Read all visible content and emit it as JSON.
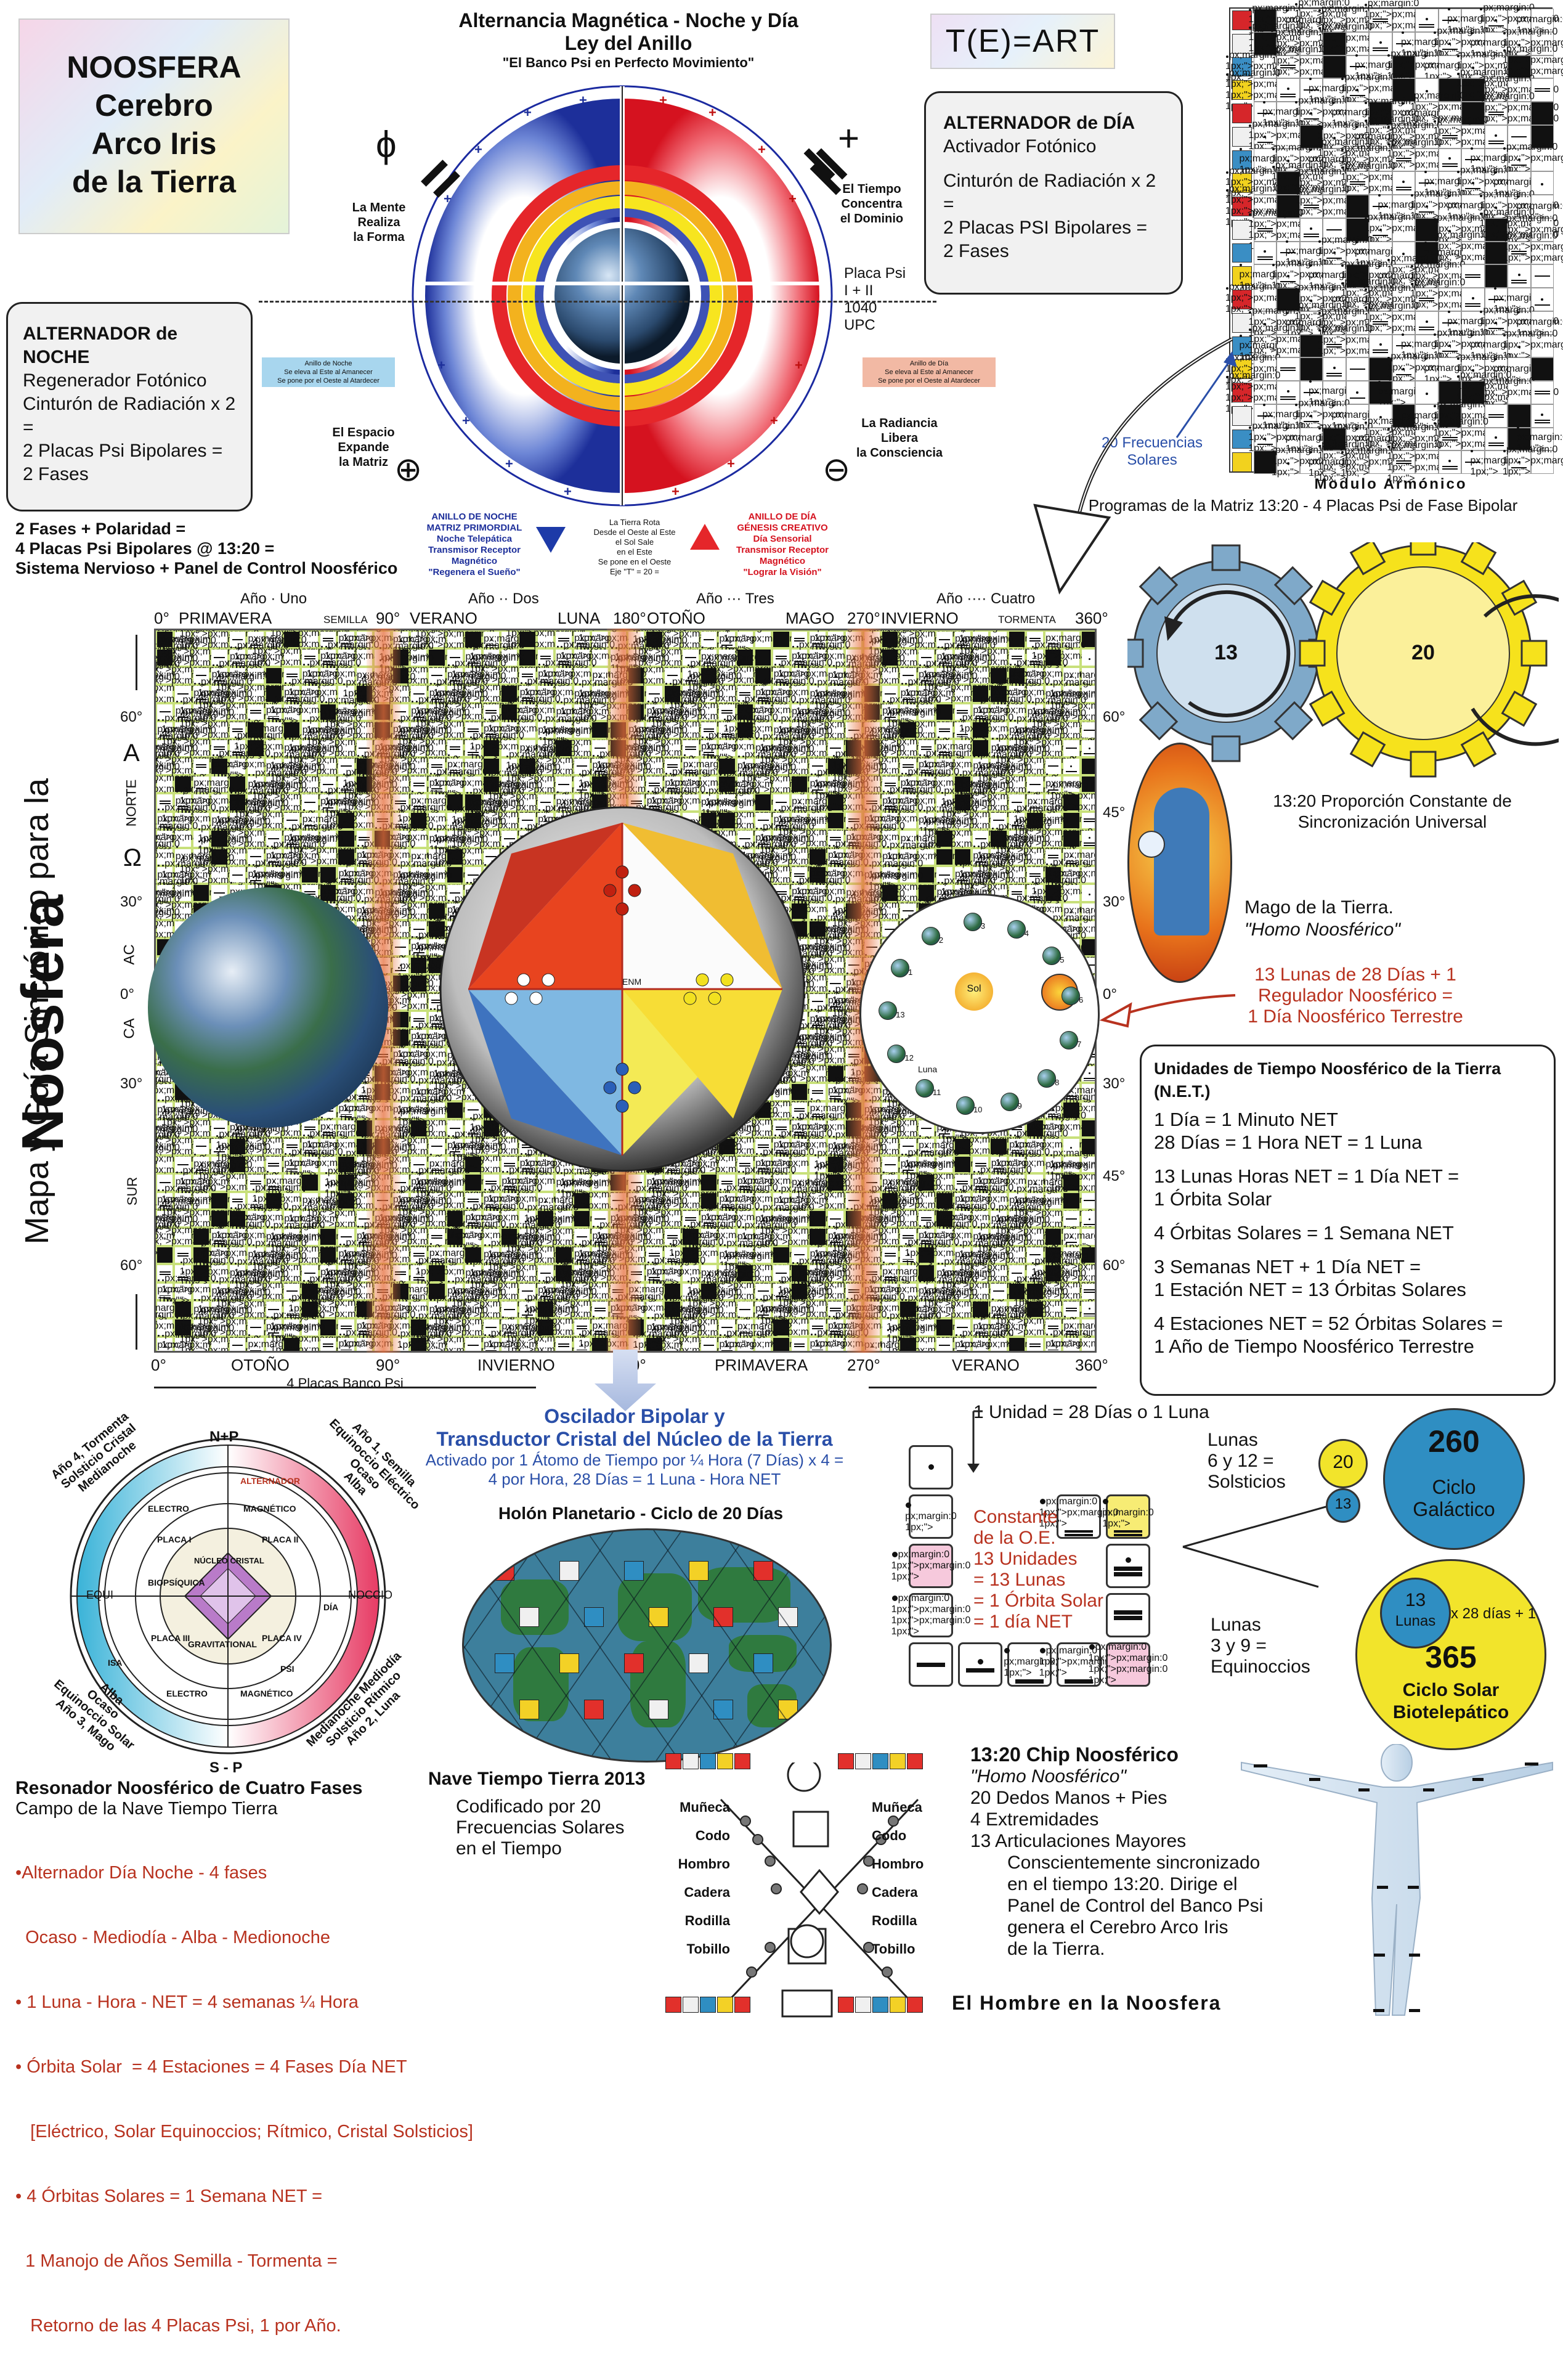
{
  "colors": {
    "red": "#b8321f",
    "blue": "#2a4fa8",
    "yellow": "#f3e23a",
    "grid_green": "#c8e07a",
    "sun": "#f6e21c",
    "gear_blue": "#7fa9c9"
  },
  "title_box": {
    "line1": "NOOSFERA",
    "line2": "Cerebro",
    "line3": "Arco Iris",
    "line4": "de la Tierra"
  },
  "ring": {
    "title1": "Alternancia Magnética - Noche y Día",
    "title2": "Ley del Anillo",
    "subtitle": "\"El Banco Psi en Perfecto Movimiento\"",
    "mente": [
      "La Mente",
      "Realiza",
      "la Forma"
    ],
    "tiempo": [
      "El Tiempo",
      "Concentra",
      "el Dominio"
    ],
    "espacio": [
      "El Espacio",
      "Expande",
      "la Matriz"
    ],
    "radiancia": [
      "La Radiancia",
      "Libera",
      "la Consciencia"
    ],
    "placa": [
      "Placa Psi",
      "I + II",
      "1040",
      "UPC"
    ],
    "noche_tag": [
      "Anillo de Noche",
      "Se eleva al Este al Amanecer",
      "Se pone por el Oeste al Atardecer"
    ],
    "dia_tag": [
      "Anillo de Día",
      "Se eleva al Este al Amanecer",
      "Se pone por el Oeste al Atardecer"
    ],
    "noche_ring": [
      "ANILLO DE NOCHE",
      "MATRIZ PRIMORDIAL",
      "Noche Telepática",
      "Transmisor Receptor",
      "Magnético",
      "\"Regenera el Sueño\""
    ],
    "dia_ring": [
      "ANILLO DE DÍA",
      "GÉNESIS CREATIVO",
      "Día Sensorial",
      "Transmisor Receptor",
      "Magnético",
      "\"Lograr la Visión\""
    ],
    "rota": [
      "La Tierra Rota",
      "Desde el Oeste al Este",
      "el Sol Sale",
      "en el Este",
      "Se pone en el Oeste",
      "Eje \"T\" = 20 ="
    ]
  },
  "tart": "T(E)=ART",
  "alt_dia": [
    "ALTERNADOR de DÍA",
    "Activador Fotónico",
    "",
    "Cinturón de Radiación x 2 =",
    "2 Placas PSI Bipolares =",
    "2 Fases"
  ],
  "alt_noche": [
    "ALTERNADOR de NOCHE",
    "Regenerador Fotónico",
    "Cinturón de Radiación x 2 =",
    "2 Placas Psi Bipolares =",
    "2 Fases"
  ],
  "fases": [
    "2 Fases + Polaridad =",
    "4 Placas Psi Bipolares @ 13:20 =",
    "Sistema Nervioso + Panel de Control Noosférico"
  ],
  "modulo": {
    "label": "Modulo Armónico",
    "freq": [
      "20 Frecuencias",
      "Solares"
    ],
    "programas": "Programas de la Matriz 13:20 - 4 Placas Psi de Fase Bipolar"
  },
  "gears": {
    "g13": "13",
    "g20": "20"
  },
  "proporcion": [
    "13:20 Proporción  Constante de",
    "Sincronización Universal"
  ],
  "mago": [
    "Mago de la Tierra.",
    "\"Homo Noosférico\""
  ],
  "lunas13": [
    "13 Lunas de 28 Días + 1",
    "Regulador Noosférico =",
    "1 Día Noosférico Terrestre"
  ],
  "net": {
    "title": "Unidades de Tiempo Noosférico de la Tierra (N.E.T.)",
    "lines": [
      "1 Día = 1 Minuto NET",
      "28 Días = 1 Hora NET = 1 Luna",
      "",
      "13 Lunas Horas NET  = 1 Día NET =",
      "1 Órbita Solar",
      "",
      "4 Órbitas Solares = 1 Semana NET",
      "",
      "3 Semanas NET + 1 Día NET =",
      "1 Estación NET = 13 Órbitas Solares",
      "",
      "4 Estaciones NET = 52 Órbitas Solares =",
      "1 Año de Tiempo Noosférico Terrestre"
    ]
  },
  "map": {
    "years": [
      "Año · Uno",
      "Año ·· Dos",
      "Año ··· Tres",
      "Año ···· Cuatro"
    ],
    "top_labels": [
      "0°",
      "PRIMAVERA",
      "SEMILLA",
      "90°",
      "VERANO",
      "LUNA",
      "180°",
      "OTOÑO",
      "MAGO",
      "270°",
      "INVIERNO",
      "TORMENTA",
      "360°"
    ],
    "bottom_labels": [
      "0°",
      "OTOÑO",
      "90°",
      "INVIERNO",
      "180°",
      "PRIMAVERA",
      "270°",
      "VERANO",
      "360°"
    ],
    "bottom_caption": "4 Placas Banco Psi",
    "left_lat": [
      "60°",
      "30°",
      "0°",
      "30°",
      "60°"
    ],
    "right_lat": [
      "60°",
      "45°",
      "30°",
      "0°",
      "30°",
      "45°",
      "60°"
    ],
    "left_words": [
      "A",
      "NORTE",
      "Ω",
      "AC",
      "CA",
      "SUR"
    ],
    "vertical_title1": "Mapa y Guía Sincrónico para la",
    "vertical_title2": "Noosfera",
    "enm": "ENM",
    "sol": "Sol",
    "luna": "Luna",
    "moon_numbers": [
      "1",
      "2",
      "3",
      "4",
      "5",
      "6",
      "7",
      "8",
      "9",
      "10",
      "11",
      "12",
      "13"
    ]
  },
  "oscilador": {
    "title": [
      "Oscilador Bipolar y",
      "Transductor Cristal del Núcleo de la Tierra"
    ],
    "sub": [
      "Activado por 1 Átomo de Tiempo por ¼ Hora (7 Días) x 4 =",
      "4 por Hora, 28 Días = 1 Luna - Hora NET"
    ]
  },
  "holon": {
    "title": "Holón Planetario - Ciclo de 20 Días"
  },
  "resonator": {
    "np": "N+P",
    "sp": "S - P",
    "equi": "EQUI",
    "noccio": "NOCCIO",
    "tl": [
      "Año 4, Tormenta",
      "Solsticio Cristal",
      "Medianoche"
    ],
    "tr": [
      "Año 1, Semilla",
      "Equinoccio Eléctrico",
      "Ocaso",
      "Alba"
    ],
    "bl": [
      "Alba",
      "Ocaso",
      "Equinoccio Solar",
      "Año 3, Mago"
    ],
    "br": [
      "Medianoche Mediodía",
      "Solsticio Rítmico",
      "Año 2, Luna"
    ],
    "inner": [
      "ALTERNADOR",
      "ELECTRO",
      "MAGNÉTICO",
      "PLACA I",
      "PLACA II",
      "NÚCLEO CRISTAL",
      "GRAVITATIONAL",
      "BIOPSÍQUICA",
      "PLACA III",
      "PLACA IV",
      "ELECTRO",
      "MAGNÉTICO",
      "DÍA",
      "PSI",
      "ISA"
    ],
    "title": "Resonador Noosférico de Cuatro Fases",
    "sub": "Campo de la Nave Tiempo Tierra",
    "bullets": [
      "•Alternador Día Noche - 4 fases",
      "  Ocaso - Mediodía - Alba - Medionoche",
      "• 1 Luna - Hora - NET = 4 semanas ¼ Hora",
      "• Órbita Solar  = 4 Estaciones = 4 Fases Día NET",
      "   [Eléctrico, Solar Equinoccios; Rítmico, Cristal Solsticios]",
      "• 4 Órbitas Solares = 1 Semana NET =",
      "  1 Manojo de Años Semilla - Tormenta =",
      "   Retorno de las 4 Placas Psi, 1 por Año."
    ]
  },
  "units": {
    "head": "1 Unidad = 28 Días o 1 Luna",
    "lunas612": [
      "Lunas",
      "6 y 12 =",
      "Solsticios"
    ],
    "constante": [
      "Constante",
      "de la O.E.",
      "13 Unidades",
      "= 13 Lunas",
      "= 1 Órbita Solar",
      "= 1 día NET"
    ],
    "lunas39": [
      "Lunas",
      "3 y 9 =",
      "Equinoccios"
    ]
  },
  "cycles": {
    "c20": "20",
    "c13": "13",
    "c260": "260",
    "ciclo_gal": [
      "Ciclo",
      "Galáctico"
    ],
    "lunas13": [
      "13",
      "Lunas"
    ],
    "x28": "x 28 días + 1",
    "c365": "365",
    "ciclo_solar": [
      "Ciclo Solar",
      "Biotelepático"
    ]
  },
  "nave": {
    "title": "Nave Tiempo Tierra 2013",
    "sub": [
      "Codificado por 20",
      "Frecuencias Solares",
      "en el Tiempo"
    ],
    "joints": [
      "Muñeca",
      "Codo",
      "Hombro",
      "Cadera",
      "Rodilla",
      "Tobillo"
    ]
  },
  "chip": {
    "title": "13:20 Chip Noosférico",
    "l1": "\"Homo Noosférico\"",
    "l2": "20 Dedos Manos + Pies",
    "l3": "4 Extremidades",
    "l4": "13 Articulaciones Mayores",
    "desc": [
      "Conscientemente sincronizado",
      "en el tiempo 13:20. Dirige el",
      "Panel de Control del Banco Psi",
      "genera el Cerebro Arco Iris",
      "de la Tierra."
    ],
    "hombre": "El Hombre en la Noosfera"
  }
}
